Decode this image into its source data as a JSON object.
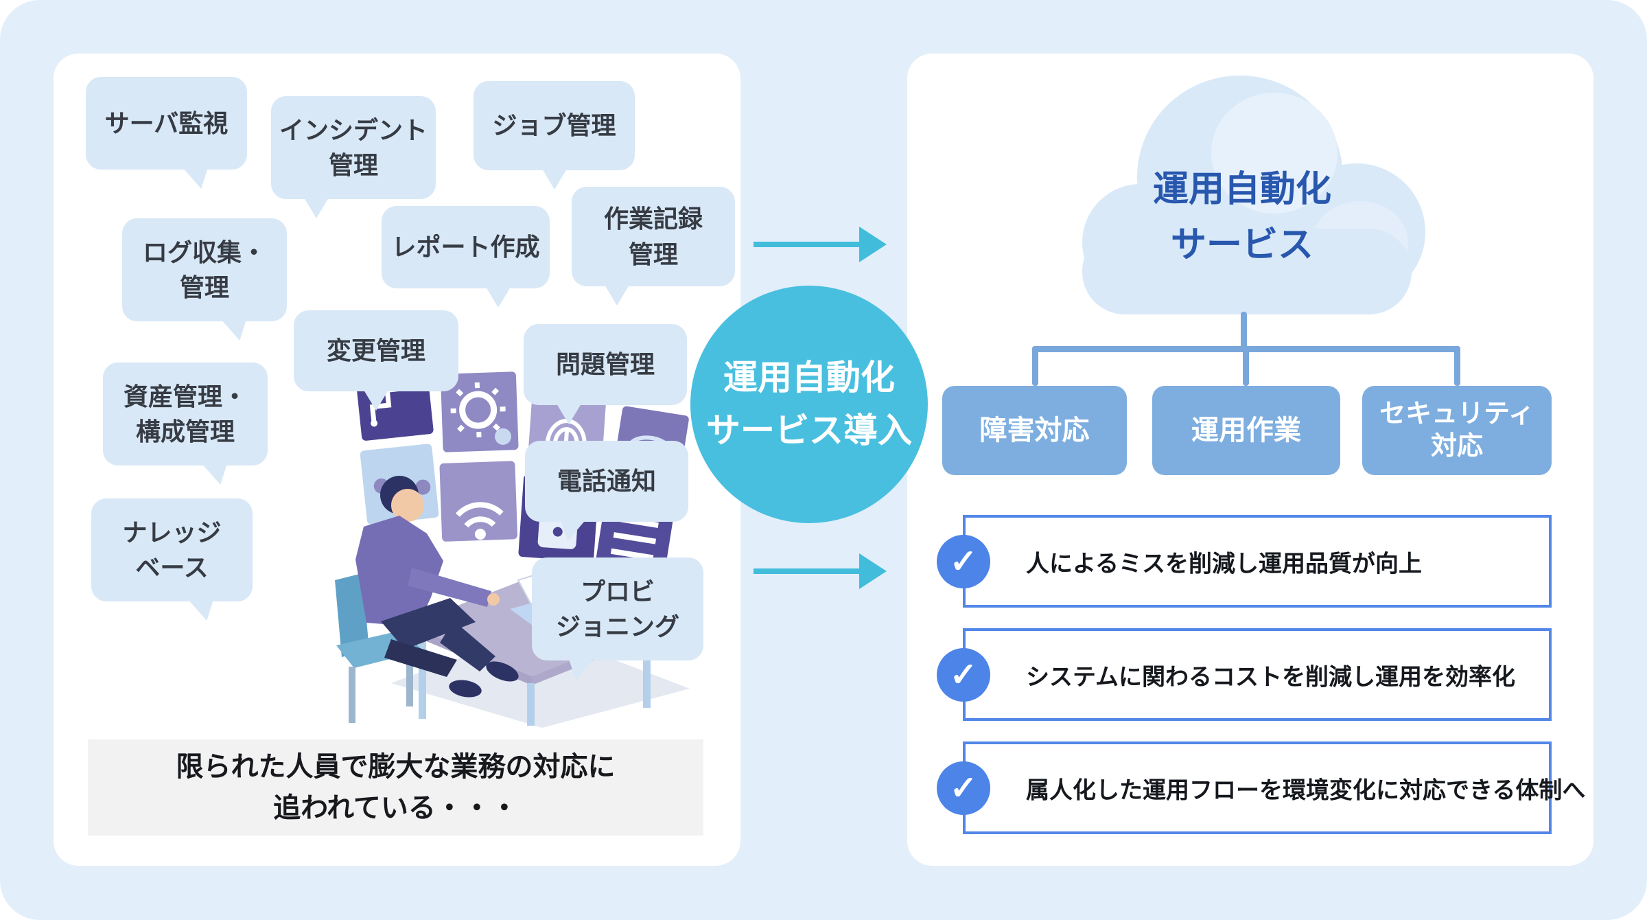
{
  "palette": {
    "background": "#E2EFFA",
    "card": "#FFFFFF",
    "bubble_blue": "#D8E8F7",
    "accent_cyan": "#49BFDF",
    "arrow_cyan": "#41BCDB",
    "category_blue": "#7EAEDF",
    "connector_blue": "#79A7DB",
    "check_circle_blue": "#4C84E8",
    "benefit_border_blue": "#5287E8",
    "cloud_blue": "#D9E9F8",
    "cloud_text_blue": "#2857AE",
    "caption_bg": "#F2F2F3",
    "bubble_text": "#363B44"
  },
  "left_panel": {
    "bubbles": [
      {
        "label": "サーバ監視"
      },
      {
        "label": "インシデント\n管理"
      },
      {
        "label": "ジョブ管理"
      },
      {
        "label": "ログ収集・\n管理"
      },
      {
        "label": "レポート作成"
      },
      {
        "label": "作業記録\n管理"
      },
      {
        "label": "変更管理"
      },
      {
        "label": "問題管理"
      },
      {
        "label": "資産管理・\n構成管理"
      },
      {
        "label": "電話通知"
      },
      {
        "label": "ナレッジ\nベース"
      },
      {
        "label": "プロビ\nジョニング"
      }
    ],
    "illustration": "operator-at-monitoring-desk",
    "caption": "限られた人員で膨大な業務の対応に\n追われている・・・"
  },
  "transition": {
    "circle_label": "運用自動化\nサービス導入"
  },
  "right_panel": {
    "cloud_title": "運用自動化\nサービス",
    "categories": [
      {
        "label": "障害対応"
      },
      {
        "label": "運用作業"
      },
      {
        "label": "セキュリティ\n対応"
      }
    ],
    "benefits": [
      {
        "text": "人によるミスを削減し運用品質が向上"
      },
      {
        "text": "システムに関わるコストを削減し運用を効率化"
      },
      {
        "text": "属人化した運用フローを環境変化に対応できる体制へ"
      }
    ],
    "check_glyph": "✓"
  }
}
